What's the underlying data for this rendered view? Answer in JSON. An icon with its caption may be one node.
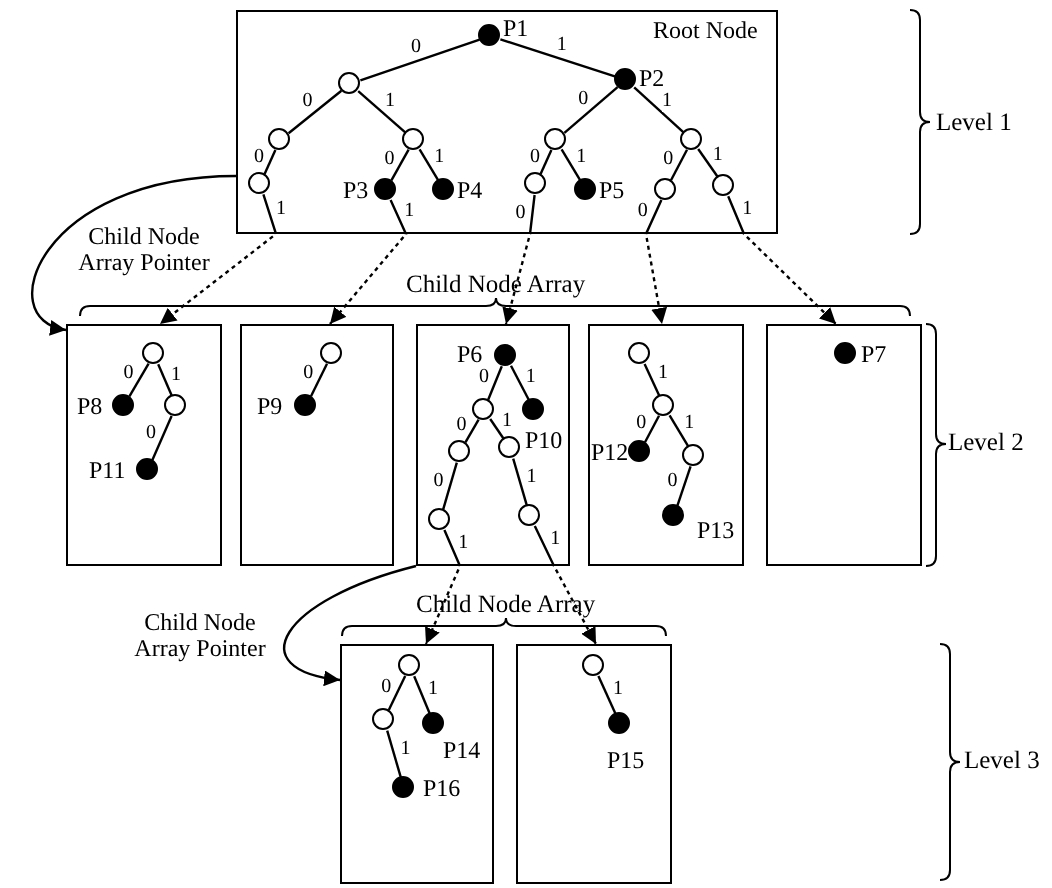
{
  "diagram": {
    "nodes": [
      {
        "text": [
          "Root Node"
        ]
      },
      {
        "text": [],
        "shape": "dot",
        "beside": [
          "P1"
        ],
        "in": 0
      },
      {
        "text": [],
        "shape": "circle",
        "in": 0
      },
      {
        "text": [],
        "shape": "dot",
        "beside": [
          "P2"
        ],
        "in": 0
      },
      {
        "text": [],
        "shape": "circle",
        "in": 0
      },
      {
        "text": [],
        "shape": "circle",
        "in": 0
      },
      {
        "text": [],
        "shape": "circle",
        "in": 0
      },
      {
        "text": [],
        "shape": "circle",
        "in": 0
      },
      {
        "text": [],
        "shape": "circle",
        "in": 0
      },
      {
        "text": [],
        "shape": "dot",
        "beside": [
          "P3"
        ],
        "in": 0
      },
      {
        "text": [],
        "shape": "dot",
        "beside": [
          "P4"
        ],
        "in": 0
      },
      {
        "text": [],
        "shape": "circle",
        "in": 0
      },
      {
        "text": [],
        "shape": "dot",
        "beside": [
          "P5"
        ],
        "in": 0
      },
      {
        "text": [],
        "shape": "circle",
        "in": 0
      },
      {
        "text": [],
        "shape": "circle",
        "in": 0
      },
      {
        "text": [],
        "shape": "box"
      },
      {
        "text": [],
        "shape": "circle",
        "in": 15
      },
      {
        "text": [],
        "shape": "dot",
        "beside": [
          "P8"
        ],
        "in": 15
      },
      {
        "text": [],
        "shape": "circle",
        "in": 15
      },
      {
        "text": [],
        "shape": "dot",
        "beside": [
          "P11"
        ],
        "in": 15
      },
      {
        "text": [],
        "shape": "box"
      },
      {
        "text": [],
        "shape": "circle",
        "in": 20
      },
      {
        "text": [],
        "shape": "dot",
        "beside": [
          "P9"
        ],
        "in": 20
      },
      {
        "text": [],
        "shape": "box"
      },
      {
        "text": [],
        "shape": "dot",
        "beside": [
          "P6"
        ],
        "in": 23
      },
      {
        "text": [],
        "shape": "circle",
        "in": 23
      },
      {
        "text": [],
        "shape": "dot",
        "beside": [
          "P10"
        ],
        "in": 23
      },
      {
        "text": [],
        "shape": "circle",
        "in": 23
      },
      {
        "text": [],
        "shape": "circle",
        "in": 23
      },
      {
        "text": [],
        "shape": "circle",
        "in": 23
      },
      {
        "text": [],
        "shape": "circle",
        "in": 23
      },
      {
        "text": [],
        "shape": "box"
      },
      {
        "text": [],
        "shape": "circle",
        "in": 31
      },
      {
        "text": [],
        "shape": "circle",
        "in": 31
      },
      {
        "text": [],
        "shape": "dot",
        "beside": [
          "P12"
        ],
        "in": 31
      },
      {
        "text": [],
        "shape": "circle",
        "in": 31
      },
      {
        "text": [],
        "shape": "dot",
        "beside": [
          "P13"
        ],
        "in": 31
      },
      {
        "text": [],
        "shape": "box"
      },
      {
        "text": [],
        "shape": "dot",
        "beside": [
          "P7"
        ],
        "in": 37
      },
      {
        "text": [],
        "shape": "box"
      },
      {
        "text": [],
        "shape": "circle",
        "in": 39
      },
      {
        "text": [],
        "shape": "circle",
        "in": 39
      },
      {
        "text": [],
        "shape": "dot",
        "beside": [
          "P14"
        ],
        "in": 39
      },
      {
        "text": [],
        "shape": "dot",
        "beside": [
          "P16"
        ],
        "in": 39
      },
      {
        "text": [],
        "shape": "box"
      },
      {
        "text": [],
        "shape": "circle",
        "in": 44
      },
      {
        "text": [],
        "shape": "dot",
        "beside": [
          "P15"
        ],
        "in": 44
      }
    ],
    "edges": [
      {
        "from": 1,
        "to": 2,
        "arrow": "none",
        "label": "0"
      },
      {
        "from": 1,
        "to": 3,
        "arrow": "none",
        "label": "1"
      },
      {
        "from": 2,
        "to": 4,
        "arrow": "none",
        "label": "0"
      },
      {
        "from": 2,
        "to": 5,
        "arrow": "none",
        "label": "1"
      },
      {
        "from": 3,
        "to": 6,
        "arrow": "none",
        "label": "0"
      },
      {
        "from": 3,
        "to": 7,
        "arrow": "none",
        "label": "1"
      },
      {
        "from": 4,
        "to": 8,
        "arrow": "none",
        "label": "0"
      },
      {
        "from": 5,
        "to": 9,
        "arrow": "none",
        "label": "0"
      },
      {
        "from": 5,
        "to": 10,
        "arrow": "none",
        "label": "1"
      },
      {
        "from": 6,
        "to": 11,
        "arrow": "none",
        "label": "0"
      },
      {
        "from": 6,
        "to": 12,
        "arrow": "none",
        "label": "1"
      },
      {
        "from": 7,
        "to": 13,
        "arrow": "none",
        "label": "0"
      },
      {
        "from": 7,
        "to": 14,
        "arrow": "none",
        "label": "1"
      },
      {
        "from": 8,
        "to": 15,
        "arrow": "to",
        "label": "1",
        "style": "dashed"
      },
      {
        "from": 9,
        "to": 20,
        "arrow": "to",
        "label": "1",
        "style": "dashed"
      },
      {
        "from": 11,
        "to": 23,
        "arrow": "to",
        "label": "0",
        "style": "dashed"
      },
      {
        "from": 13,
        "to": 31,
        "arrow": "to",
        "label": "0",
        "style": "dashed"
      },
      {
        "from": 14,
        "to": 37,
        "arrow": "to",
        "label": "1",
        "style": "dashed"
      },
      {
        "from": 0,
        "to": 15,
        "arrow": "to",
        "label": "Child Node Array Pointer"
      },
      {
        "from": 16,
        "to": 17,
        "arrow": "none",
        "label": "0"
      },
      {
        "from": 16,
        "to": 18,
        "arrow": "none",
        "label": "1"
      },
      {
        "from": 18,
        "to": 19,
        "arrow": "none",
        "label": "0"
      },
      {
        "from": 21,
        "to": 22,
        "arrow": "none",
        "label": "0"
      },
      {
        "from": 24,
        "to": 25,
        "arrow": "none",
        "label": "0"
      },
      {
        "from": 24,
        "to": 26,
        "arrow": "none",
        "label": "1"
      },
      {
        "from": 25,
        "to": 27,
        "arrow": "none",
        "label": "0"
      },
      {
        "from": 25,
        "to": 28,
        "arrow": "none",
        "label": "1"
      },
      {
        "from": 27,
        "to": 29,
        "arrow": "none",
        "label": "0"
      },
      {
        "from": 28,
        "to": 30,
        "arrow": "none",
        "label": "1"
      },
      {
        "from": 29,
        "to": 39,
        "arrow": "to",
        "label": "1",
        "style": "dashed"
      },
      {
        "from": 30,
        "to": 44,
        "arrow": "to",
        "label": "1",
        "style": "dashed"
      },
      {
        "from": 23,
        "to": 39,
        "arrow": "to",
        "label": "Child Node Array Pointer"
      },
      {
        "from": 32,
        "to": 33,
        "arrow": "none",
        "label": "1"
      },
      {
        "from": 33,
        "to": 34,
        "arrow": "none",
        "label": "0"
      },
      {
        "from": 33,
        "to": 35,
        "arrow": "none",
        "label": "1"
      },
      {
        "from": 35,
        "to": 36,
        "arrow": "none",
        "label": "0"
      },
      {
        "from": 40,
        "to": 41,
        "arrow": "none",
        "label": "0"
      },
      {
        "from": 40,
        "to": 42,
        "arrow": "none",
        "label": "1"
      },
      {
        "from": 41,
        "to": 43,
        "arrow": "none",
        "label": "1"
      },
      {
        "from": 45,
        "to": 46,
        "arrow": "none",
        "label": "1"
      }
    ],
    "labels": [
      "Level 1",
      "Child Node Array",
      "Level 2",
      "Child Node Array",
      "Level 3"
    ]
  }
}
